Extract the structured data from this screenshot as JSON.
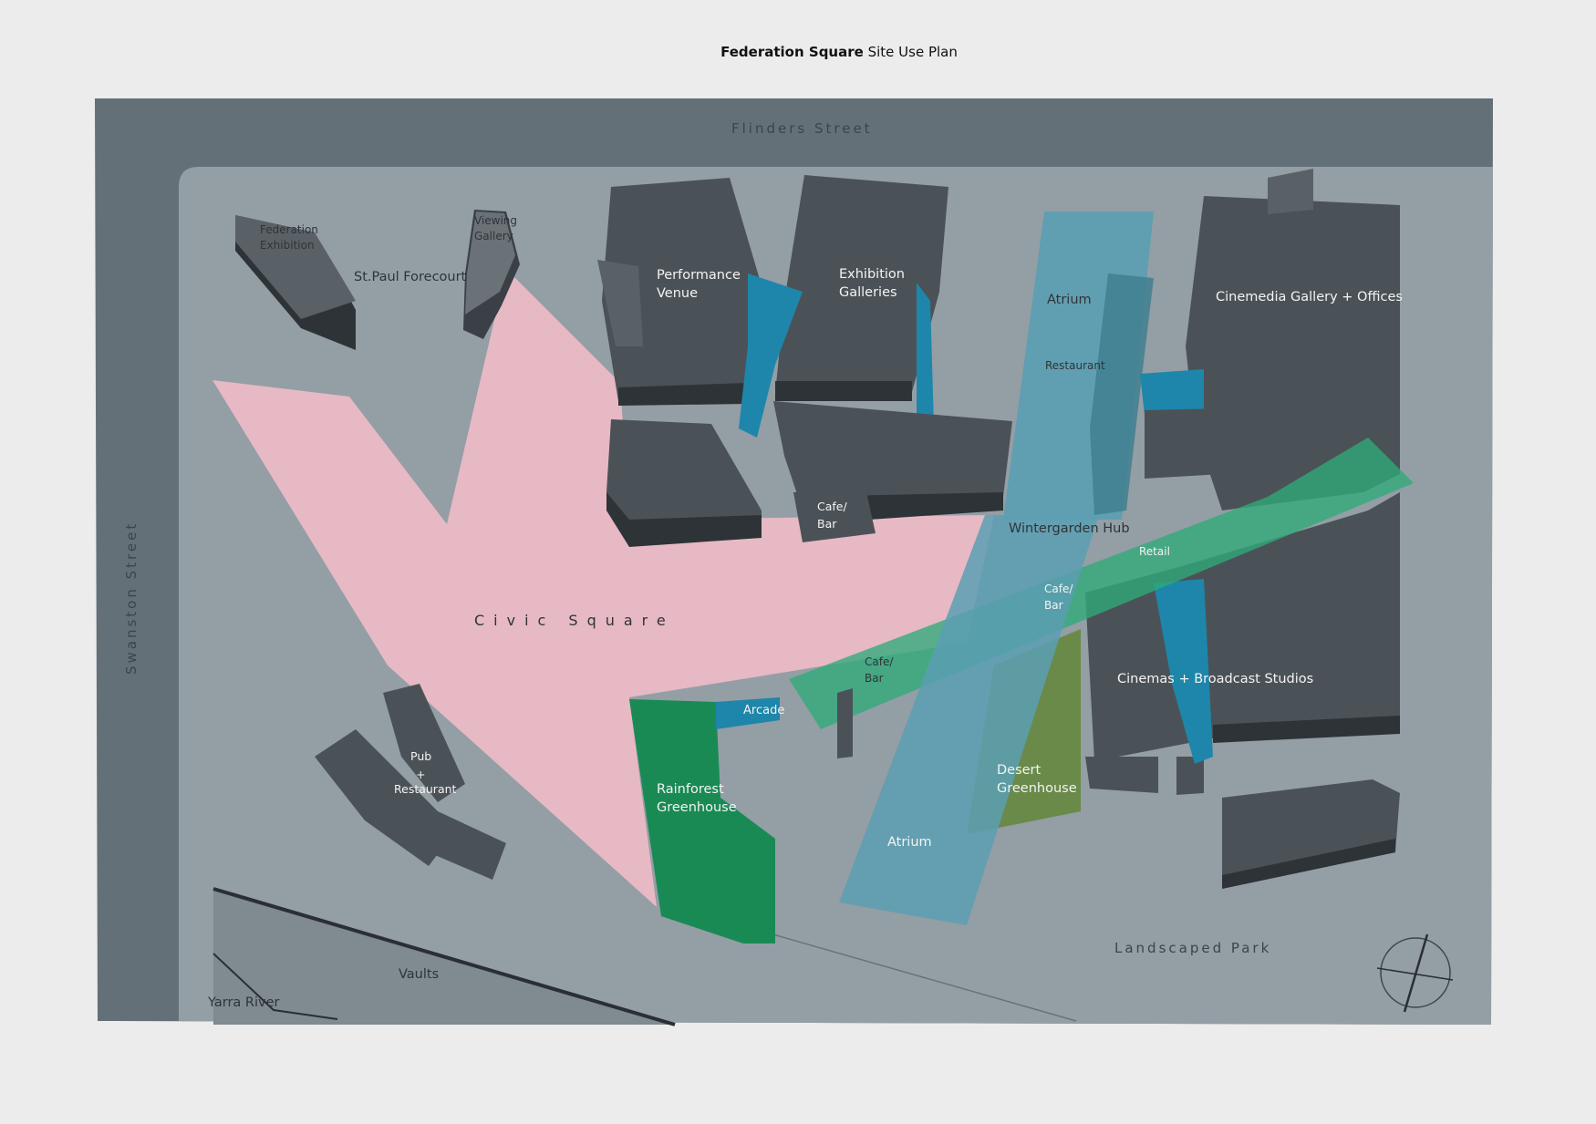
{
  "title": {
    "bold": "Federation Square",
    "normal": "Site Use Plan"
  },
  "streets": {
    "north": "Flinders Street",
    "west": "Swanston Street"
  },
  "areas": {
    "civic_square": "Civic Square",
    "landscaped_park": "Landscaped Park",
    "st_paul": "St.Paul Forecourt",
    "federation_exhibition": [
      "Federation",
      "Exhibition"
    ],
    "viewing_gallery": [
      "Viewing",
      "Gallery"
    ],
    "performance_venue": [
      "Performance",
      "Venue"
    ],
    "exhibition_galleries": [
      "Exhibition",
      "Galleries"
    ],
    "atrium_north": "Atrium",
    "restaurant": "Restaurant",
    "cinemedia": "Cinemedia Gallery + Offices",
    "cafe_bar_1": [
      "Cafe/",
      "Bar"
    ],
    "wintergarden_hub": "Wintergarden Hub",
    "retail": "Retail",
    "cafe_bar_2": [
      "Cafe/",
      "Bar"
    ],
    "cafe_bar_3": [
      "Cafe/",
      "Bar"
    ],
    "cinemas": "Cinemas + Broadcast Studios",
    "arcade": "Arcade",
    "pub": [
      "Pub",
      "+",
      "Restaurant"
    ],
    "rainforest": [
      "Rainforest",
      "Greenhouse"
    ],
    "desert": [
      "Desert",
      "Greenhouse"
    ],
    "atrium_south": "Atrium",
    "vaults": "Vaults",
    "yarra": "Yarra River"
  },
  "colors": {
    "street": "#647077",
    "site": "#949ea5",
    "building": "#4b5257",
    "building_side": "#2e3337",
    "civic_square": "#e6b9c4",
    "atrium": "#5a9fb3",
    "blue_link": "#1e86aa",
    "rainforest": "#1a8a55",
    "desert": "#6a8a4a",
    "green_band": "#2faa7a"
  },
  "icons": [
    "compass-icon"
  ]
}
